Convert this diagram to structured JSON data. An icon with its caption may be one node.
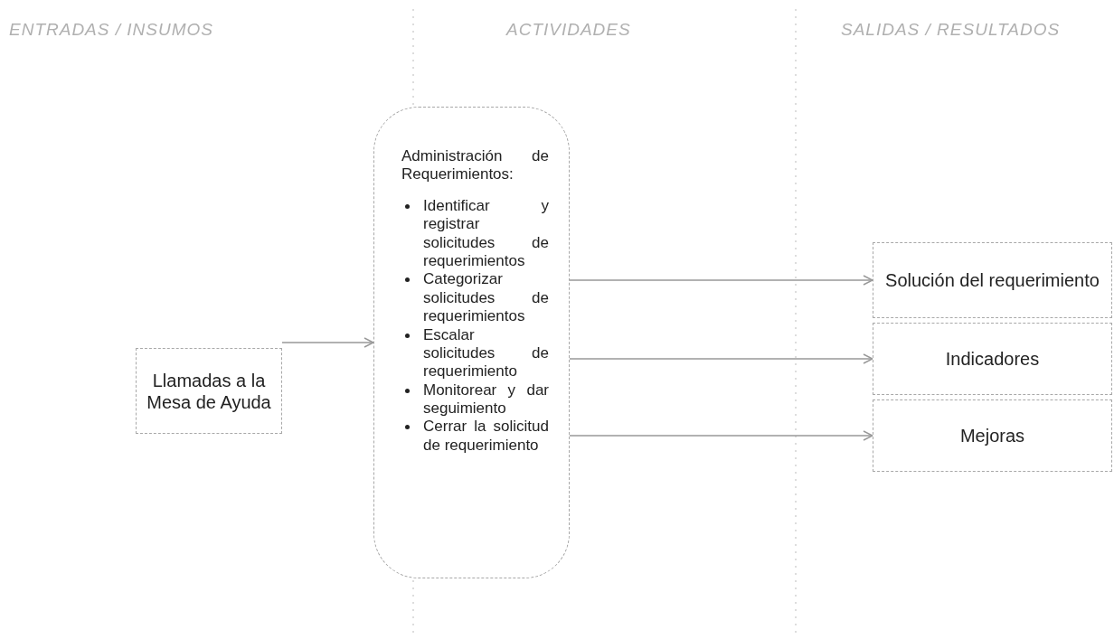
{
  "diagram": {
    "nodes": [
      {
        "text": [
          "Llamadas a la Mesa de Ayuda"
        ]
      },
      {
        "text": [
          "Administración de Requerimientos:",
          "Identificar y registrar solicitudes de requerimientos",
          "Categorizar solicitudes de requerimientos",
          "Escalar solicitudes de requerimiento",
          "Monitorear y dar seguimiento",
          "Cerrar la solicitud de requerimiento"
        ]
      },
      {
        "text": [
          "Solución del requerimiento"
        ]
      },
      {
        "text": [
          "Indicadores"
        ]
      },
      {
        "text": [
          "Mejoras"
        ]
      }
    ],
    "edges": [
      {
        "from": 0,
        "to": 1,
        "arrow": "to"
      },
      {
        "from": 1,
        "to": 2,
        "arrow": "to"
      },
      {
        "from": 1,
        "to": 3,
        "arrow": "to"
      },
      {
        "from": 1,
        "to": 4,
        "arrow": "to"
      }
    ],
    "labels": [
      "ENTRADAS / INSUMOS",
      "ACTIVIDADES",
      "SALIDAS / RESULTADOS"
    ]
  }
}
